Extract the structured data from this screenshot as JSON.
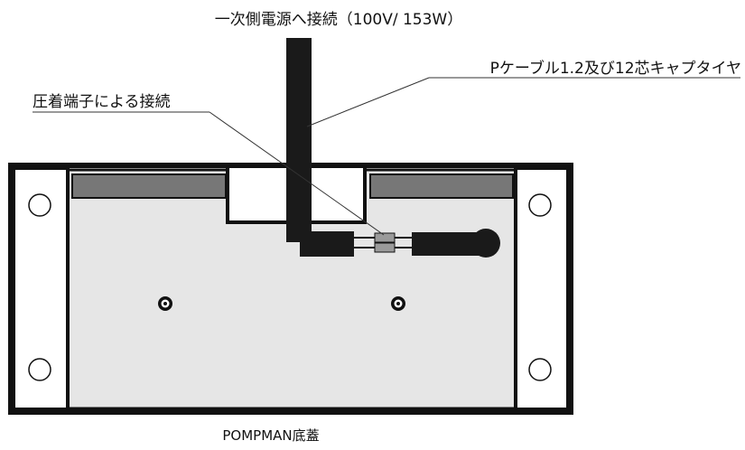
{
  "labels": {
    "primary_connection": "一次側電源へ接続（100V/ 153W）",
    "cable_spec": "Pケーブル1.2及び12芯キャプタイヤ",
    "crimp_connection": "圧着端子による接続",
    "caption": "POMPMAN底蓋"
  },
  "colors": {
    "outline": "#111111",
    "panel_fill": "#e6e6e6",
    "frame_fill": "#ffffff",
    "bar_fill": "#777777",
    "cable_fill": "#1a1a1a",
    "connector_fill": "#9a9a9a"
  }
}
